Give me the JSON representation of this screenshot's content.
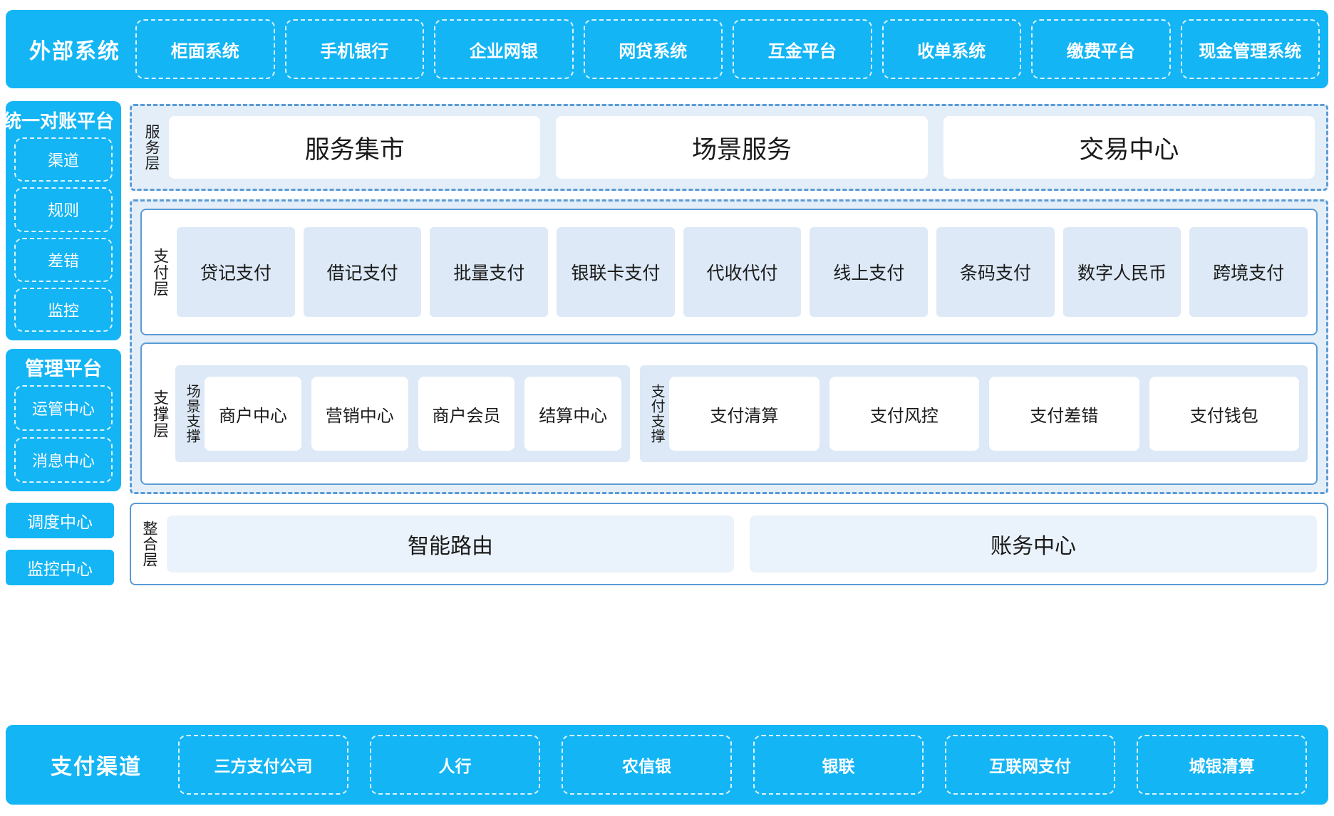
{
  "external": {
    "title": "外部系统",
    "items": [
      "柜面系统",
      "手机银行",
      "企业网银",
      "网贷系统",
      "互金平台",
      "收单系统",
      "缴费平台",
      "现金管理系统"
    ]
  },
  "reconciliation": {
    "title": "统一对账平台",
    "items": [
      "渠道",
      "规则",
      "差错",
      "监控"
    ]
  },
  "management": {
    "title": "管理平台",
    "items": [
      "运管中心",
      "消息中心"
    ]
  },
  "side_buttons": [
    "调度中心",
    "监控中心"
  ],
  "service_layer": {
    "label": "服务层",
    "items": [
      "服务集市",
      "场景服务",
      "交易中心"
    ]
  },
  "payment_layer": {
    "label": "支付层",
    "items": [
      "贷记支付",
      "借记支付",
      "批量支付",
      "银联卡支付",
      "代收代付",
      "线上支付",
      "条码支付",
      "数字人民币",
      "跨境支付"
    ]
  },
  "support_layer": {
    "label": "支撑层",
    "groups": [
      {
        "label": "场景支撑",
        "items": [
          "商户中心",
          "营销中心",
          "商户会员",
          "结算中心"
        ]
      },
      {
        "label": "支付支撑",
        "items": [
          "支付清算",
          "支付风控",
          "支付差错",
          "支付钱包"
        ]
      }
    ]
  },
  "integration_layer": {
    "label": "整合层",
    "items": [
      "智能路由",
      "账务中心"
    ]
  },
  "channels": {
    "title": "支付渠道",
    "items": [
      "三方支付公司",
      "人行",
      "农信银",
      "银联",
      "互联网支付",
      "城银清算"
    ]
  },
  "colors": {
    "brand_blue": "#13b5f5",
    "band_border": "#5b9bd5",
    "band_fill": "#e3eef9",
    "tile_fill": "#dde9f6"
  }
}
